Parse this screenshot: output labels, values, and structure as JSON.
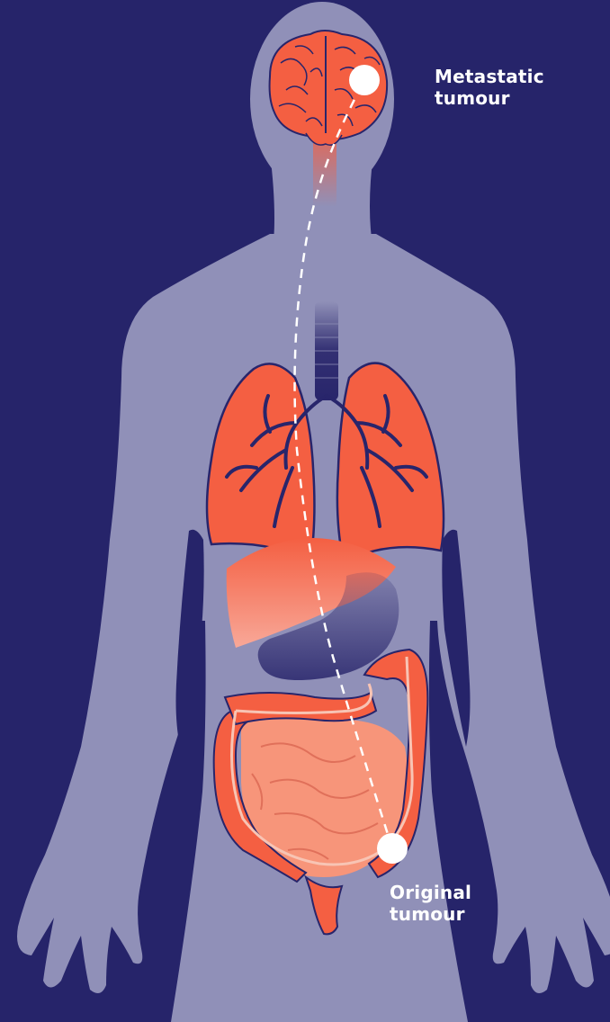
{
  "labels": {
    "metastatic": {
      "line1": "Metastatic",
      "line2": "tumour"
    },
    "original": {
      "line1": "Original",
      "line2": "tumour"
    }
  },
  "colors": {
    "background": "#26246a",
    "body_silhouette": "#9090b8",
    "organ": "#f45f42",
    "organ_light": "#f7957a",
    "organ_outline": "#28256b",
    "tumour_marker": "#ffffff",
    "label_text": "#ffffff"
  }
}
